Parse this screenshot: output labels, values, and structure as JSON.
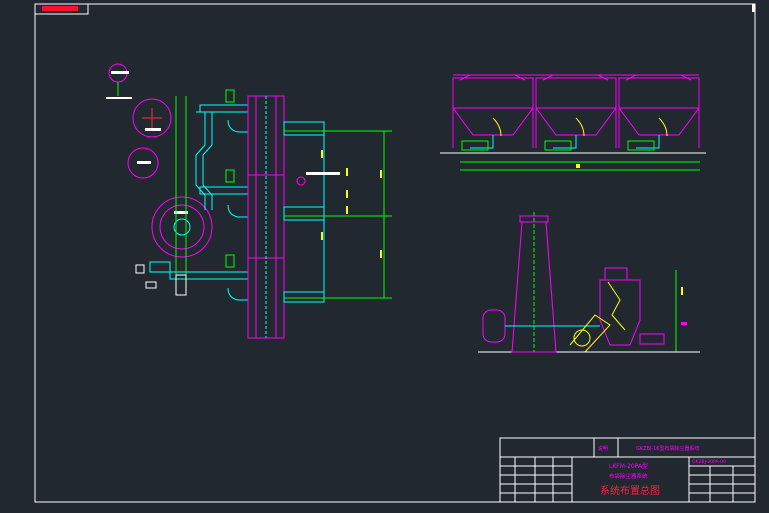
{
  "title_block": {
    "company_label": "LKFM-20PA型",
    "company_label2": "布袋除尘器系统",
    "drawing_title": "系统布置总图",
    "top_code": "GKZBJ-16型布袋除尘器系统",
    "top_left_small": "说明",
    "right_code": "GKZBJ-20PA-00"
  },
  "colors": {
    "background": "#212830",
    "frame": "#ffffff",
    "magenta": "#ff00ff",
    "green": "#00ff00",
    "cyan": "#00ffff",
    "yellow": "#ffff00",
    "red": "#ff0000"
  }
}
